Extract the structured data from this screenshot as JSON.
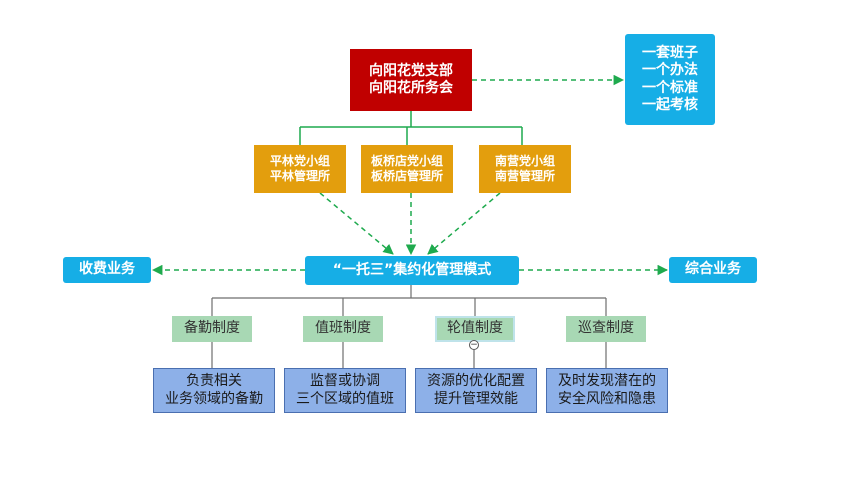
{
  "root": {
    "line1": "向阳花党支部",
    "line2": "向阳花所务会"
  },
  "side_note": {
    "lines": [
      "一套班子",
      "一个办法",
      "一个标准",
      "一起考核"
    ]
  },
  "groups": [
    {
      "line1": "平林党小组",
      "line2": "平林管理所"
    },
    {
      "line1": "板桥店党小组",
      "line2": "板桥店管理所"
    },
    {
      "line1": "南营党小组",
      "line2": "南营管理所"
    }
  ],
  "core": {
    "label": "“一托三”集约化管理模式"
  },
  "business": {
    "left": "收费业务",
    "right": "综合业务"
  },
  "rules": [
    {
      "label": "备勤制度",
      "desc1": "负责相关",
      "desc2": "业务领域的备勤"
    },
    {
      "label": "值班制度",
      "desc1": "监督或协调",
      "desc2": "三个区域的值班"
    },
    {
      "label": "轮值制度",
      "desc1": "资源的优化配置",
      "desc2": "提升管理效能"
    },
    {
      "label": "巡查制度",
      "desc1": "及时发现潜在的",
      "desc2": "安全风险和隐患"
    }
  ],
  "collapse_symbol": "−",
  "colors": {
    "root": "#c00000",
    "blue": "#16aee6",
    "orange": "#e39e0d",
    "rule_green": "#a8d8b4",
    "desc_blue": "#8db0e8",
    "connector_green": "#1faa4e",
    "connector_gray": "#6e6e6e"
  }
}
